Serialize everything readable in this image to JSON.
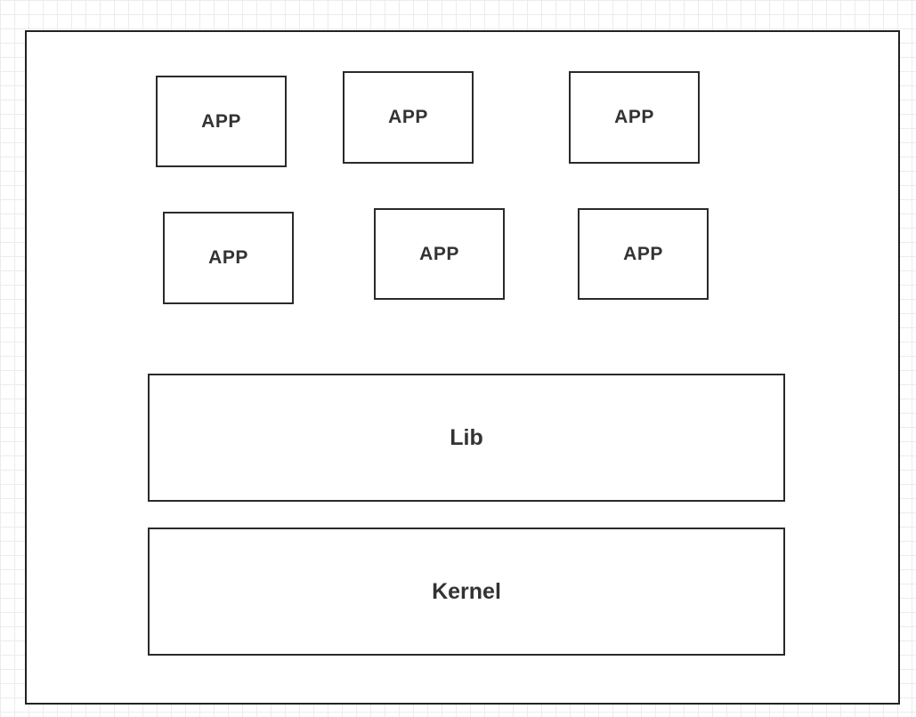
{
  "diagram": {
    "apps": [
      {
        "label": "APP"
      },
      {
        "label": "APP"
      },
      {
        "label": "APP"
      },
      {
        "label": "APP"
      },
      {
        "label": "APP"
      },
      {
        "label": "APP"
      }
    ],
    "lib": {
      "label": "Lib"
    },
    "kernel": {
      "label": "Kernel"
    }
  }
}
